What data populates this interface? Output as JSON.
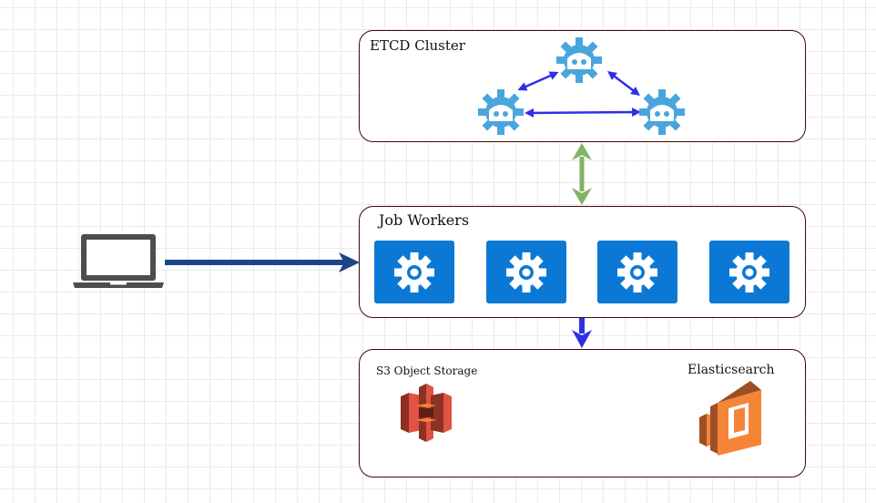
{
  "groups": {
    "etcd": {
      "title": "ETCD Cluster"
    },
    "workers": {
      "title": "Job Workers"
    },
    "storage": {
      "s3_label": "S3 Object Storage",
      "es_label": "Elasticsearch"
    }
  },
  "icons": {
    "client": "laptop-icon",
    "etcd_node": "etcd-icon",
    "worker": "gear-icon",
    "s3": "aws-s3-icon",
    "elasticsearch": "aws-elasticsearch-icon"
  },
  "colors": {
    "group_border": "#3a0a0a",
    "etcd_icon": "#4aa5de",
    "etcd_arrows": "#2f2fe6",
    "sync_arrow": "#82b366",
    "client_arrow": "#1c4587",
    "output_arrow": "#2f2fe6",
    "worker_tile": "#0a78d4",
    "s3_red": "#d9412f",
    "es_orange": "#e8762b"
  }
}
